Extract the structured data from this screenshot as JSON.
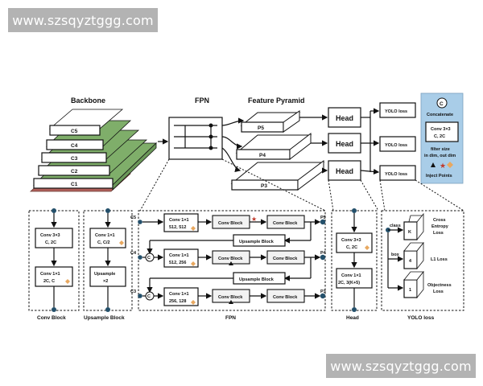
{
  "watermark": {
    "top": "www.szsqyztggg.com",
    "bottom": "www.szsqyztggg.com"
  },
  "titles": {
    "backbone": "Backbone",
    "fpn": "FPN",
    "pyramid": "Feature Pyramid"
  },
  "backbone_levels": [
    "C1",
    "C2",
    "C3",
    "C4",
    "C5"
  ],
  "pyramid_levels": [
    "P5",
    "P4",
    "P3"
  ],
  "heads": [
    "Head",
    "Head",
    "Head"
  ],
  "yolo_losses": [
    "YOLO loss",
    "YOLO loss",
    "YOLO loss"
  ],
  "legend": {
    "concat_symbol": "C",
    "concat_label": "Concatenate",
    "conv_title": "Conv 3×3",
    "conv_sub": "C, 2C",
    "note_line1": "filter size",
    "note_line2": "in dim, out dim",
    "inject": "Inject Points"
  },
  "conv_block": {
    "box1_title": "Conv 3×3",
    "box1_sub": "C, 2C",
    "box2_title": "Conv 1×1",
    "box2_sub": "2C, C",
    "caption": "Conv Block"
  },
  "upsample_block": {
    "box1_title": "Conv 1×1",
    "box1_sub": "C, C/2",
    "box2_title": "Upsample",
    "box2_sub": "×2",
    "caption": "Upsample Block"
  },
  "fpn_detail": {
    "inputs": [
      "C5",
      "C4",
      "C3"
    ],
    "outputs": [
      "P5",
      "P4",
      "P3"
    ],
    "rows": [
      {
        "conv_title": "Conv 1×1",
        "conv_sub": "512, 512",
        "block_a": "Conv Block",
        "block_b": "Conv Block"
      },
      {
        "conv_title": "Conv 1×1",
        "conv_sub": "512, 256",
        "block_a": "Conv Block",
        "block_b": "Conv Block"
      },
      {
        "conv_title": "Conv 1×1",
        "conv_sub": "256, 128",
        "block_a": "Conv Block",
        "block_b": "Conv Block"
      }
    ],
    "upsample": [
      "Upsample Block",
      "Upsample Block"
    ],
    "concat_symbol": "C",
    "caption": "FPN"
  },
  "head_detail": {
    "box1_title": "Conv 3×3",
    "box1_sub": "C, 2C",
    "box2_title": "Conv 1×1",
    "box2_sub": "2C, 3(K+5)",
    "caption": "Head"
  },
  "loss_detail": {
    "branches": [
      "class",
      "box",
      ""
    ],
    "slabs": [
      "K",
      "4",
      "1"
    ],
    "names": [
      [
        "Cross",
        "Entropy",
        "Loss"
      ],
      [
        "L1 Loss"
      ],
      [
        "Objectness",
        "Loss"
      ]
    ],
    "caption": "YOLO loss"
  },
  "colors": {
    "legend_bg": "#a9cde8",
    "inject_star": "#c0392b",
    "inject_diamond": "#e8a860",
    "green_top": "#7fae6a",
    "dot": "#24506b"
  }
}
